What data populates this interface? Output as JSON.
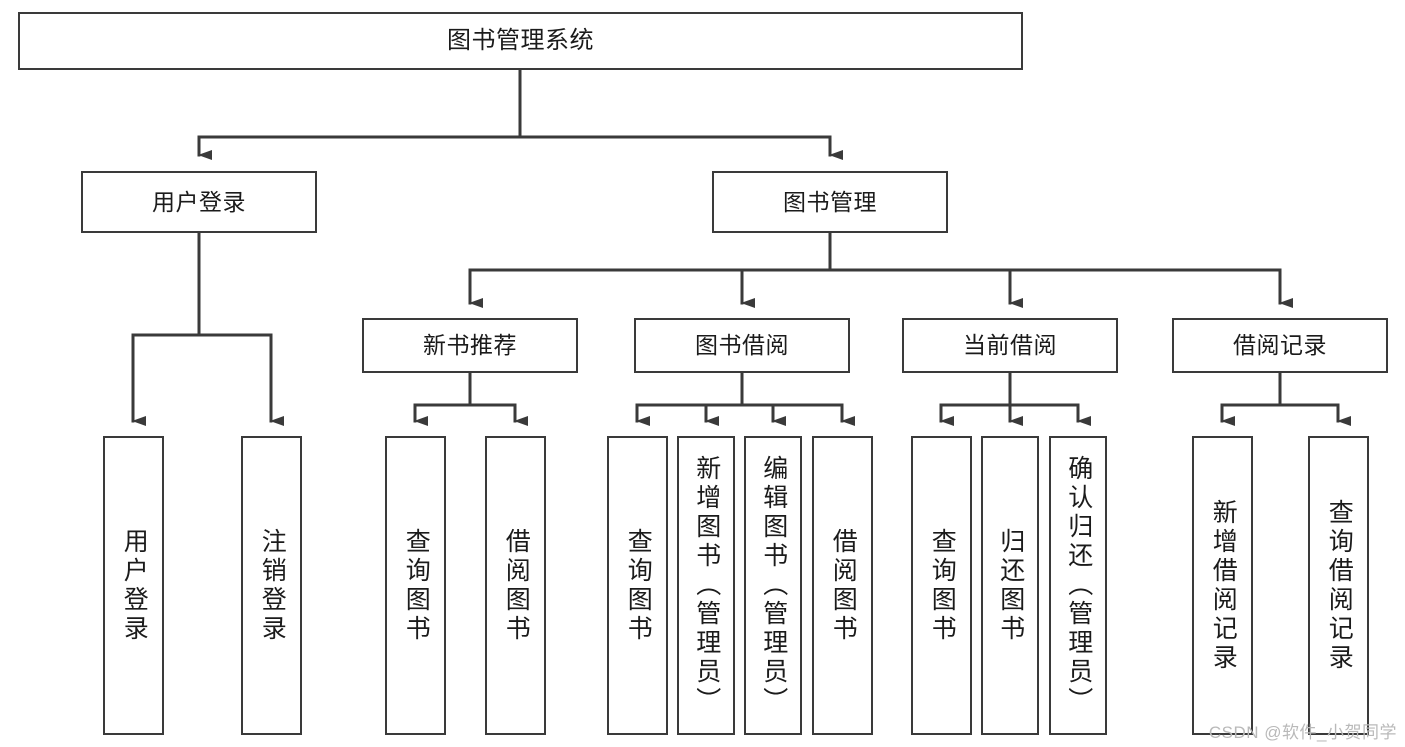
{
  "diagram": {
    "title": "图书管理系统",
    "type": "tree-hierarchy",
    "watermark": "CSDN @软件_小贺同学",
    "root": {
      "id": "root",
      "label": "图书管理系统"
    },
    "level2": [
      {
        "id": "user-login",
        "label": "用户登录"
      },
      {
        "id": "book-manage",
        "label": "图书管理"
      }
    ],
    "level3": [
      {
        "id": "new-book-rec",
        "label": "新书推荐"
      },
      {
        "id": "book-borrow",
        "label": "图书借阅"
      },
      {
        "id": "current-borrow",
        "label": "当前借阅"
      },
      {
        "id": "borrow-record",
        "label": "借阅记录"
      }
    ],
    "leaves": {
      "user_login": [
        {
          "id": "leaf-user-login",
          "label": "用户登录"
        },
        {
          "id": "leaf-user-logout",
          "label": "注销登录"
        }
      ],
      "new_book_rec": [
        {
          "id": "leaf-query-book-1",
          "label": "查询图书"
        },
        {
          "id": "leaf-borrow-book-1",
          "label": "借阅图书"
        }
      ],
      "book_borrow": [
        {
          "id": "leaf-query-book-2",
          "label": "查询图书"
        },
        {
          "id": "leaf-add-book",
          "label": "新增图书（管理员）"
        },
        {
          "id": "leaf-edit-book",
          "label": "编辑图书（管理员）"
        },
        {
          "id": "leaf-borrow-book-2",
          "label": "借阅图书"
        }
      ],
      "current_borrow": [
        {
          "id": "leaf-query-book-3",
          "label": "查询图书"
        },
        {
          "id": "leaf-return-book",
          "label": "归还图书"
        },
        {
          "id": "leaf-confirm-return",
          "label": "确认归还（管理员）"
        }
      ],
      "borrow_record": [
        {
          "id": "leaf-add-record",
          "label": "新增借阅记录"
        },
        {
          "id": "leaf-query-record",
          "label": "查询借阅记录"
        }
      ]
    },
    "colors": {
      "border": "#3a3a3a",
      "line": "#3a3a3a",
      "text": "#1b1b1b",
      "background": "#ffffff",
      "watermark": "#b9b9b9"
    }
  }
}
